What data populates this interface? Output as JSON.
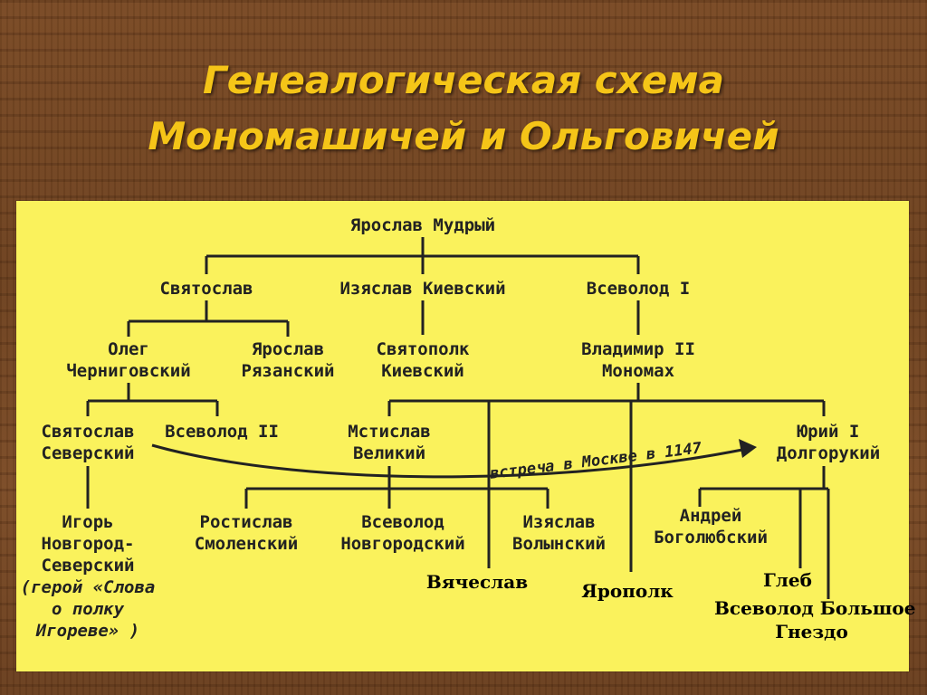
{
  "title": {
    "line1": "Генеалогическая схема",
    "line2": "Мономашичей и Ольговичей"
  },
  "nodes": {
    "yaroslav_mudry": "Ярослав Мудрый",
    "svyatoslav": "Святослав",
    "izyaslav_kievsky": "Изяслав Киевский",
    "vsevolod_1": "Всеволод I",
    "oleg": [
      "Олег",
      "Черниговский"
    ],
    "yaroslav_ryazansky": [
      "Ярослав",
      "Рязанский"
    ],
    "svyatopolk": [
      "Святополк",
      "Киевский"
    ],
    "vladimir_2": [
      "Владимир II",
      "Мономах"
    ],
    "svyatoslav_seversky": [
      "Святослав",
      "Северский"
    ],
    "vsevolod_2": "Всеволод II",
    "mstislav": [
      "Мстислав",
      "Великий"
    ],
    "yury_1": [
      "Юрий I",
      "Долгорукий"
    ],
    "igor": [
      "Игорь",
      "Новгород-",
      "Северский",
      "(герой «Слова",
      "о полку",
      "Игореве» )"
    ],
    "rostislav": [
      "Ростислав",
      "Смоленский"
    ],
    "vsevolod_novgorodsky": [
      "Всеволод",
      "Новгородский"
    ],
    "izyaslav_volynsky": [
      "Изяслав",
      "Волынский"
    ],
    "andrey": [
      "Андрей",
      "Боголюбский"
    ]
  },
  "added_names": {
    "vyacheslav": "Вячеслав",
    "yaropolk": "Ярополк",
    "gleb": "Глеб",
    "vsevolod_bolshoe_gnezdo": [
      "Всеволод Большое",
      "Гнездо"
    ]
  },
  "meeting_label": "встреча в Москве в 1147"
}
